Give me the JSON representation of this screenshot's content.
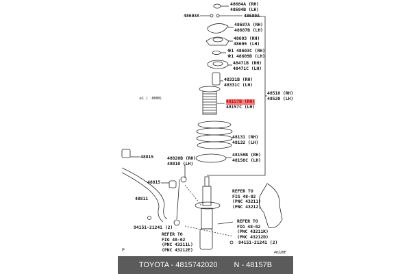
{
  "labels": {
    "p48684": [
      "48684A (RH)",
      "48684B (LH)"
    ],
    "p48603a": "48603A",
    "p48680a": "48680A",
    "p48687": [
      "48687A (RH)",
      "48687B (LH)"
    ],
    "p48603": [
      "48603 (RH)",
      "48609 (LH)"
    ],
    "p48603c": [
      "※1 48603C (RH)",
      "※1 48609D (LH)"
    ],
    "p48471": [
      "48471B (RH)",
      "48471C (LH)"
    ],
    "p48331": [
      "48331B (RH)",
      "48331C (LH)"
    ],
    "p48510": [
      "48510 (RH)",
      "48520 (LH)"
    ],
    "p48157": [
      "48157B (RH)",
      "48157C (LH)"
    ],
    "note": "※1 (      -0000)",
    "p48131": [
      "48131 (RH)",
      "48132 (LH)"
    ],
    "p48815a": "48815",
    "p48820": [
      "48820B (RH)",
      "48810 (LH)"
    ],
    "p48158": [
      "48158B (RH)",
      "48158C (LH)"
    ],
    "p48815b": "48815",
    "p48811": "48811",
    "ref1": [
      "REFER TO",
      "FIG 48-02",
      "(PNC 43211)",
      "(PNC 43212)"
    ],
    "p94151a": "94151-21241 (2)",
    "ref2": [
      "REFER TO",
      "FIG 48-02",
      "(PNC 43211K)",
      "(PNC 43212D)"
    ],
    "ref3": [
      "REFER TO",
      "FIG 48-02",
      "(PNC 43211L)",
      "(PNC 43212E)"
    ],
    "p94151b": "94151-21241 (2)",
    "p_mark": "P",
    "fig_code": "48220E"
  },
  "highlight_color": "#f08080",
  "footer": {
    "brand_part": "TOYOTA - 4815742020",
    "ref": "N - 48157B"
  }
}
